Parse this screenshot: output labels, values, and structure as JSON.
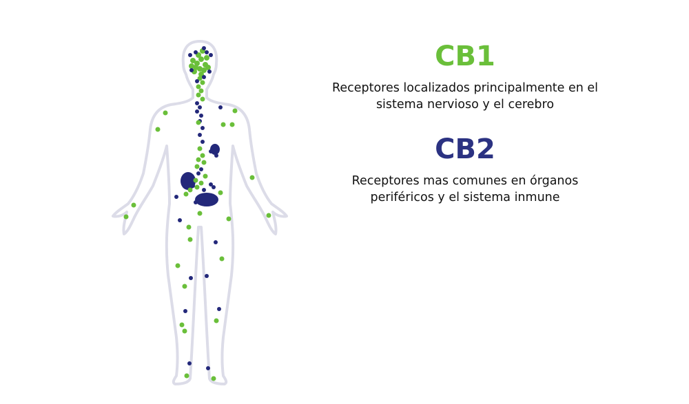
{
  "colors": {
    "cb1": "#6abf3a",
    "cb2": "#2b3282",
    "cb2_dots": "#23287a",
    "body_outline": "#dcdce8",
    "text": "#111111"
  },
  "cb1": {
    "title": "CB1",
    "description_lines": [
      "Receptores localizados principalmente en el",
      "sistema nervioso y el cerebro"
    ]
  },
  "cb2": {
    "title": "CB2",
    "description_lines": [
      "Receptores mas comunes en órganos",
      "periféricos y el sistema inmune"
    ]
  }
}
